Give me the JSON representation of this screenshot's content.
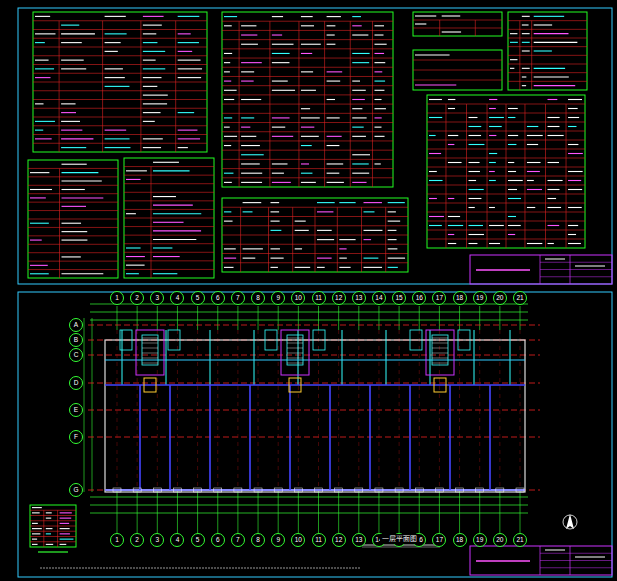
{
  "diagram": {
    "labels": [
      "1",
      "2",
      "3",
      "4",
      "5",
      "6",
      "7",
      "8",
      "9",
      "10",
      "11",
      "12",
      "13",
      "14",
      "15",
      "16",
      "17",
      "18",
      "19",
      "20",
      "21",
      "1",
      "2",
      "3",
      "4",
      "5",
      "6",
      "7",
      "8",
      "9",
      "10",
      "11",
      "12",
      "13",
      "14",
      "15",
      "16",
      "17",
      "18",
      "19",
      "20",
      "21",
      "A",
      "B",
      "C",
      "D",
      "E",
      "F",
      "G",
      "一层平面图"
    ]
  }
}
